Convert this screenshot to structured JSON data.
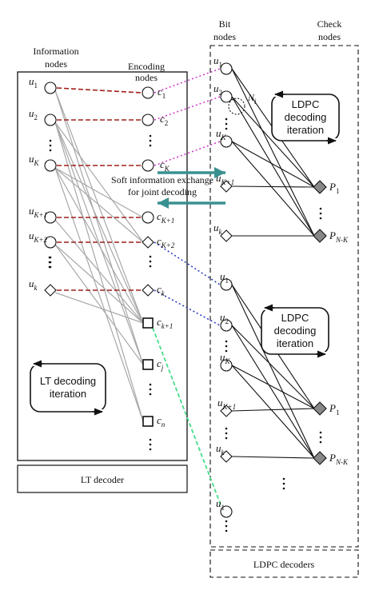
{
  "headers": {
    "info_nodes": [
      "Information",
      "nodes"
    ],
    "encoding_nodes": [
      "Encoding",
      "nodes"
    ],
    "bit_nodes": [
      "Bit",
      "nodes"
    ],
    "check_nodes": [
      "Check",
      "nodes"
    ]
  },
  "info_labels": [
    {
      "base": "u",
      "sub": "1"
    },
    {
      "base": "u",
      "sub": "2"
    },
    {
      "base": "u",
      "sub": "K"
    },
    {
      "base": "u",
      "sub": "K+1"
    },
    {
      "base": "u",
      "sub": "K+2"
    },
    {
      "base": "u",
      "sub": "k"
    }
  ],
  "enc_labels": [
    {
      "base": "c",
      "sub": "1"
    },
    {
      "base": "c",
      "sub": "2"
    },
    {
      "base": "c",
      "sub": "K"
    },
    {
      "base": "c",
      "sub": "K+1"
    },
    {
      "base": "c",
      "sub": "K+2"
    },
    {
      "base": "c",
      "sub": "k"
    },
    {
      "base": "c",
      "sub": "k+1"
    },
    {
      "base": "c",
      "sub": "j"
    },
    {
      "base": "c",
      "sub": "n"
    }
  ],
  "bit_labels": [
    {
      "base": "u",
      "sub": "1"
    },
    {
      "base": "u",
      "sub": "2"
    },
    {
      "base": "u",
      "sub": "K"
    },
    {
      "base": "u",
      "sub": "K+1"
    },
    {
      "base": "u",
      "sub": "k"
    },
    {
      "base": "u",
      "sub": "1"
    },
    {
      "base": "u",
      "sub": "2"
    },
    {
      "base": "u",
      "sub": "K"
    },
    {
      "base": "u",
      "sub": "K+1"
    },
    {
      "base": "u",
      "sub": "k"
    },
    {
      "base": "u",
      "sub": "1"
    }
  ],
  "check_labels": [
    {
      "base": "P",
      "sub": "1"
    },
    {
      "base": "P",
      "sub": "N-K"
    },
    {
      "base": "P",
      "sub": "1"
    },
    {
      "base": "P",
      "sub": "N-K"
    }
  ],
  "ni_label": {
    "base": "N",
    "sub": "i"
  },
  "exchange_text": [
    "Soft information exchange",
    "for joint decoding"
  ],
  "iteration_boxes": {
    "ldpc_top": [
      "LDPC",
      "decoding",
      "iteration"
    ],
    "ldpc_bottom": [
      "LDPC",
      "decoding",
      "iteration"
    ],
    "lt": [
      "LT decoding",
      "iteration"
    ]
  },
  "footers": {
    "lt_decoder": "LT decoder",
    "ldpc_decoders": "LDPC decoders"
  },
  "colors": {
    "red_dashed": "#a0201a",
    "magenta_dotted": "#cc33cc",
    "blue_dotted": "#2233bb",
    "green_dashed": "#44dd88",
    "teal_arrow": "#3a9090",
    "gray_edge": "#a8a8a8",
    "check_fill": "#888888"
  }
}
